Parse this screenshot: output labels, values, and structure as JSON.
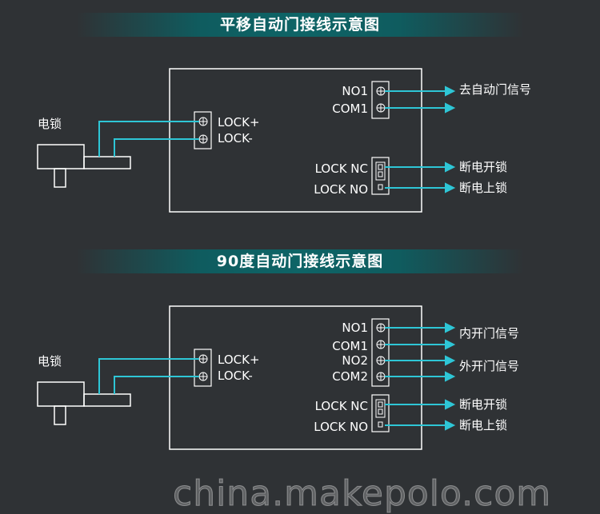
{
  "diagram1": {
    "title": "平移自动门接线示意图",
    "lock_label": "电锁",
    "lock_terminals": [
      "LOCK+",
      "LOCK-"
    ],
    "signal_terminals": [
      "NO1",
      "COM1"
    ],
    "signal_output": "去自动门信号",
    "jumper_terminals": [
      "LOCK NC",
      "LOCK NO"
    ],
    "jumper_outputs": [
      "断电开锁",
      "断电上锁"
    ]
  },
  "diagram2": {
    "title": "90度自动门接线示意图",
    "lock_label": "电锁",
    "lock_terminals": [
      "LOCK+",
      "LOCK-"
    ],
    "signal_terminals": [
      "NO1",
      "COM1",
      "NO2",
      "COM2"
    ],
    "signal_outputs": [
      "内开门信号",
      "外开门信号"
    ],
    "jumper_terminals": [
      "LOCK NC",
      "LOCK NO"
    ],
    "jumper_outputs": [
      "断电开锁",
      "断电上锁"
    ]
  },
  "watermark": "china.makepolo.com",
  "colors": {
    "background": "#2f3235",
    "wire": "#2ec6d6",
    "banner": "#0e6466",
    "line": "#ffffff"
  }
}
